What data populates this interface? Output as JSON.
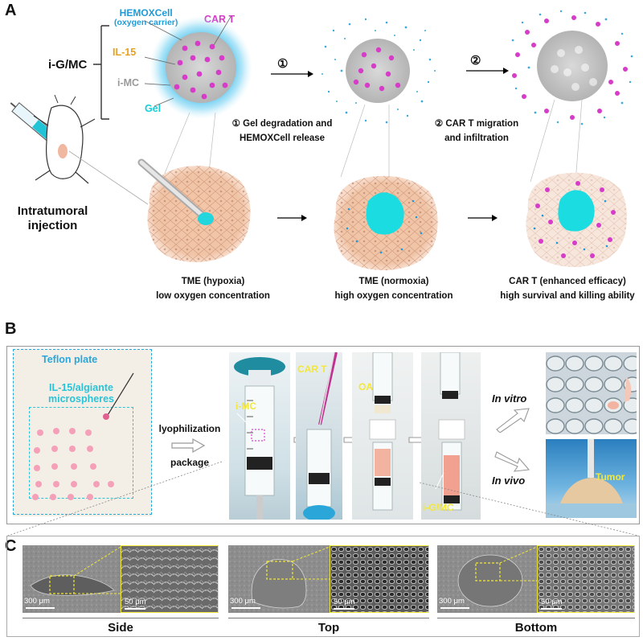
{
  "panelA": {
    "letter": "A",
    "composite_name": "i-G/MC",
    "components": {
      "hemox": "HEMOXCell",
      "hemox_sub": "(oxygen carrier)",
      "cart": "CAR T",
      "il15": "IL-15",
      "imc": "i-MC",
      "gel": "Gel"
    },
    "step1_num": "①",
    "step2_num": "②",
    "step1_caption": [
      "① Gel degradation and",
      "HEMOXCell release"
    ],
    "step2_caption": [
      "② CAR T migration",
      "and infiltration"
    ],
    "injection_label": [
      "Intratumoral",
      "injection"
    ],
    "tme1": [
      "TME (hypoxia)",
      "low oxygen concentration"
    ],
    "tme2": [
      "TME (normoxia)",
      "high oxygen concentration"
    ],
    "tme3": [
      "CAR T (enhanced efficacy)",
      "high survival and killing ability"
    ],
    "colors": {
      "hemox": "#1e9bd7",
      "cart": "#d63cc8",
      "il15": "#e8a020",
      "imc": "#9a9a9a",
      "gel": "#12d0d8"
    }
  },
  "panelB": {
    "letter": "B",
    "teflon": "Teflon plate",
    "microspheres": [
      "IL-15/algiante",
      "microspheres"
    ],
    "process": [
      "lyophilization",
      "package"
    ],
    "imc_tag": "i-MC",
    "cart_tag": "CAR T",
    "oa_tag": "OA",
    "igmc_tag": "i-G/MC",
    "invitro": "In vitro",
    "invivo": "In vivo",
    "tumor": "Tumor"
  },
  "panelC": {
    "letter": "C",
    "views": [
      {
        "name": "Side",
        "scale_low": "300 μm",
        "scale_high": "50 μm"
      },
      {
        "name": "Top",
        "scale_low": "300 μm",
        "scale_high": "50 μm"
      },
      {
        "name": "Bottom",
        "scale_low": "300 μm",
        "scale_high": "50 μm"
      }
    ]
  }
}
